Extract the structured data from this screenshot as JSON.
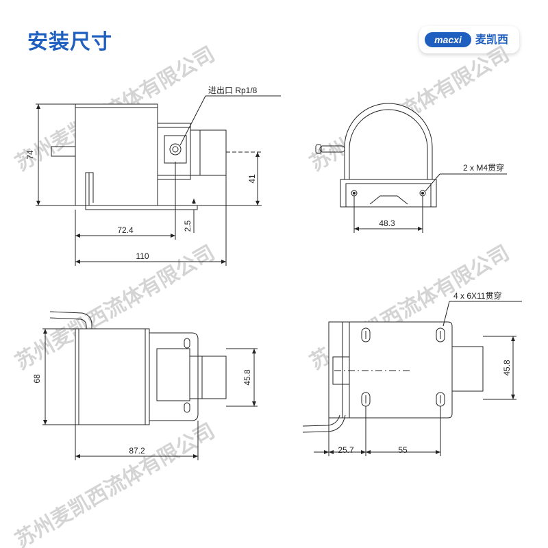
{
  "header": {
    "title": "安装尺寸",
    "logo_en": "macxi",
    "logo_cn": "麦凯西"
  },
  "watermark": "苏州麦凯西流体有限公司",
  "colors": {
    "title": "#1f5fbf",
    "line": "#222222",
    "watermark": "#d4d4d4"
  },
  "side_view": {
    "port_label": "进出口 Rp1/8",
    "dims": {
      "height": "74",
      "port_height": "41",
      "plate": "2.5",
      "body_len": "72.4",
      "total_len": "110"
    }
  },
  "front_view": {
    "hole_label": "2 x M4贯穿",
    "dims": {
      "hole_spacing": "48.3"
    }
  },
  "top_view": {
    "dims": {
      "width": "68",
      "port_width": "45.8",
      "length": "87.2"
    }
  },
  "bottom_view": {
    "slot_label": "4 x 6X11贯穿",
    "dims": {
      "port_width": "45.8",
      "offset": "25.7",
      "slot_spacing": "55"
    }
  }
}
